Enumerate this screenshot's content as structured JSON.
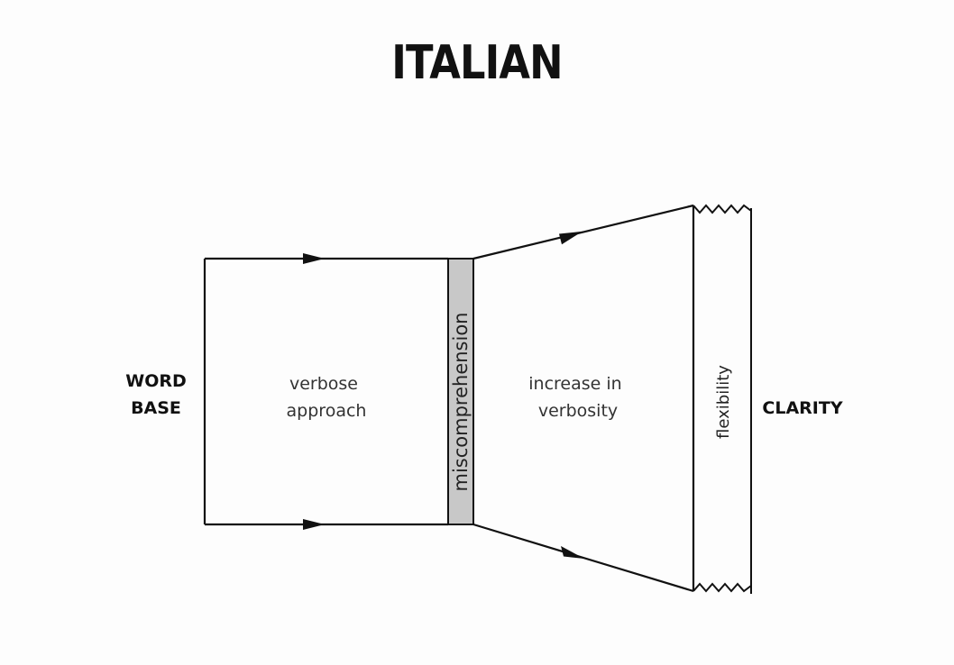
{
  "title": "ITALIAN",
  "left_label": {
    "line1": "WORD",
    "line2": "BASE"
  },
  "right_label": "CLARITY",
  "box_label": {
    "line1": "verbose",
    "line2": "approach"
  },
  "funnel_label": {
    "line1": "increase in",
    "line2": "verbosity"
  },
  "divider_label": "miscomprehension",
  "end_strip_label": "flexibility",
  "colors": {
    "line": "#111111",
    "divider_fill": "#c8c8c8",
    "background": "#fdfdfd"
  }
}
